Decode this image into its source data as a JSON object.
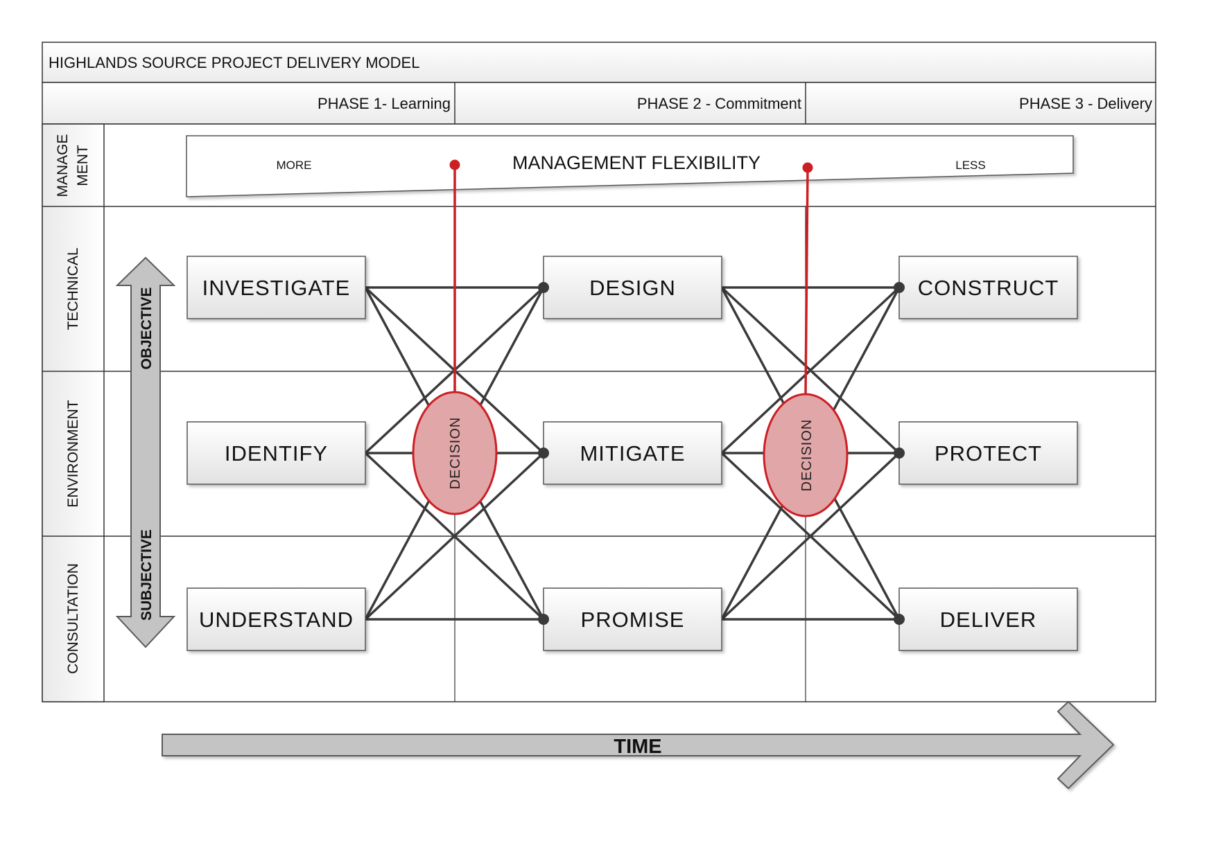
{
  "title": "HIGHLANDS SOURCE PROJECT DELIVERY MODEL",
  "phases": [
    "PHASE 1- Learning",
    "PHASE 2 - Commitment",
    "PHASE 3 - Delivery"
  ],
  "lanes": {
    "management": [
      "MANAGE",
      "MENT"
    ],
    "technical": "TECHNICAL",
    "environment": "ENVIRONMENT",
    "consultation": "CONSULTATION"
  },
  "flexibility": {
    "title": "MANAGEMENT FLEXIBILITY",
    "more": "MORE",
    "less": "LESS"
  },
  "axis": {
    "objective": "OBJECTIVE",
    "subjective": "SUBJECTIVE",
    "time": "TIME"
  },
  "boxes": [
    [
      "INVESTIGATE",
      "DESIGN",
      "CONSTRUCT"
    ],
    [
      "IDENTIFY",
      "MITIGATE",
      "PROTECT"
    ],
    [
      "UNDERSTAND",
      "PROMISE",
      "DELIVER"
    ]
  ],
  "decision_label": "DECISION",
  "colors": {
    "border": "#333333",
    "connector": "#3a3a3a",
    "decision_fill": "#e0a6a8",
    "decision_stroke": "#cc1f24",
    "arrow_fill": "#c4c4c4",
    "arrow_stroke": "#5a5a5a",
    "box_fill_top": "#ffffff",
    "box_fill_bottom": "#e2e2e2"
  }
}
